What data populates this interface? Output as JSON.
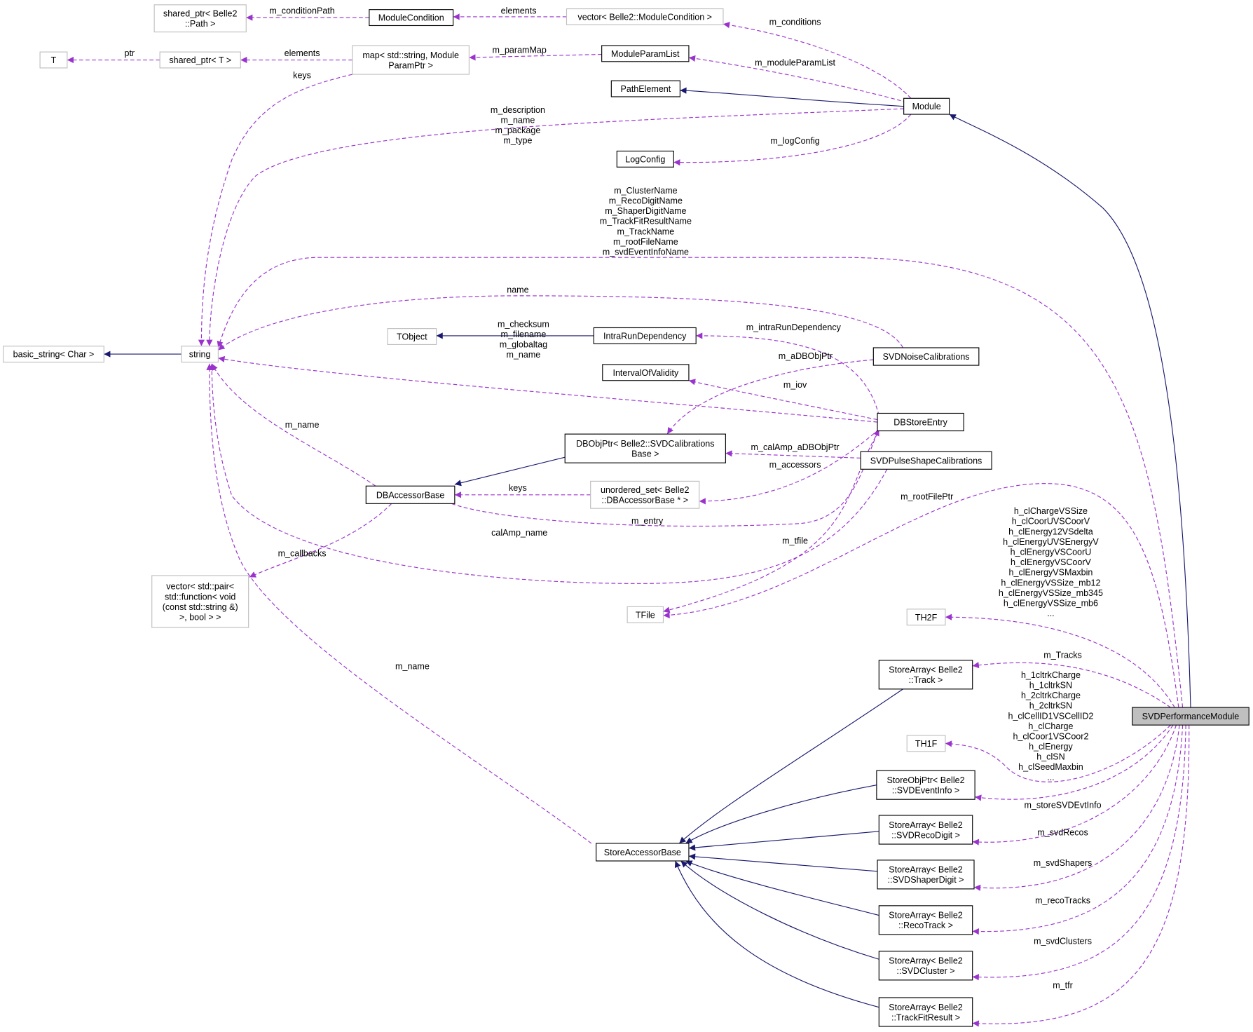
{
  "title": "SVDPerformanceModule collaboration diagram",
  "colors": {
    "dependency": "#9a32cd",
    "inheritance": "#191970",
    "focus_fill": "#bfbfbf",
    "undocumented_border": "#bfbfbf"
  },
  "nodes": [
    {
      "id": "sp_path",
      "label": [
        "shared_ptr< Belle2",
        "::Path >"
      ],
      "style": "gray"
    },
    {
      "id": "modcond",
      "label": [
        "ModuleCondition"
      ],
      "style": "black"
    },
    {
      "id": "vec_modcond",
      "label": [
        "vector< Belle2::ModuleCondition >"
      ],
      "style": "gray"
    },
    {
      "id": "T",
      "label": [
        "T"
      ],
      "style": "gray"
    },
    {
      "id": "sp_T",
      "label": [
        "shared_ptr< T >"
      ],
      "style": "gray"
    },
    {
      "id": "map",
      "label": [
        "map< std::string, Module",
        "ParamPtr >"
      ],
      "style": "gray"
    },
    {
      "id": "modparamlist",
      "label": [
        "ModuleParamList"
      ],
      "style": "black"
    },
    {
      "id": "pathelement",
      "label": [
        "PathElement"
      ],
      "style": "black"
    },
    {
      "id": "module",
      "label": [
        "Module"
      ],
      "style": "black"
    },
    {
      "id": "logconfig",
      "label": [
        "LogConfig"
      ],
      "style": "black"
    },
    {
      "id": "basic_string",
      "label": [
        "basic_string< Char >"
      ],
      "style": "gray"
    },
    {
      "id": "string",
      "label": [
        "string"
      ],
      "style": "gray"
    },
    {
      "id": "tobject",
      "label": [
        "TObject"
      ],
      "style": "gray"
    },
    {
      "id": "intrarun",
      "label": [
        "IntraRunDependency"
      ],
      "style": "black"
    },
    {
      "id": "noisecal",
      "label": [
        "SVDNoiseCalibrations"
      ],
      "style": "black"
    },
    {
      "id": "iov",
      "label": [
        "IntervalOfValidity"
      ],
      "style": "black"
    },
    {
      "id": "dbstore",
      "label": [
        "DBStoreEntry"
      ],
      "style": "black"
    },
    {
      "id": "dbobjptr",
      "label": [
        "DBObjPtr< Belle2::SVDCalibrations",
        "Base >"
      ],
      "style": "black"
    },
    {
      "id": "pulsecal",
      "label": [
        "SVDPulseShapeCalibrations"
      ],
      "style": "black"
    },
    {
      "id": "dbaccessor",
      "label": [
        "DBAccessorBase"
      ],
      "style": "black"
    },
    {
      "id": "unordered_set",
      "label": [
        "unordered_set< Belle2",
        "::DBAccessorBase * >"
      ],
      "style": "gray"
    },
    {
      "id": "vec_pair",
      "label": [
        "vector< std::pair<",
        "std::function< void",
        "(const std::string &)",
        ">, bool > >"
      ],
      "style": "gray"
    },
    {
      "id": "tfile",
      "label": [
        "TFile"
      ],
      "style": "gray"
    },
    {
      "id": "th2f",
      "label": [
        "TH2F"
      ],
      "style": "gray"
    },
    {
      "id": "sa_track",
      "label": [
        "StoreArray< Belle2",
        "::Track >"
      ],
      "style": "black"
    },
    {
      "id": "perf",
      "label": [
        "SVDPerformanceModule"
      ],
      "style": "focus"
    },
    {
      "id": "th1f",
      "label": [
        "TH1F"
      ],
      "style": "gray"
    },
    {
      "id": "so_evtinfo",
      "label": [
        "StoreObjPtr< Belle2",
        "::SVDEventInfo >"
      ],
      "style": "black"
    },
    {
      "id": "sa_recodigit",
      "label": [
        "StoreArray< Belle2",
        "::SVDRecoDigit >"
      ],
      "style": "black"
    },
    {
      "id": "storeaccessor",
      "label": [
        "StoreAccessorBase"
      ],
      "style": "black"
    },
    {
      "id": "sa_shaper",
      "label": [
        "StoreArray< Belle2",
        "::SVDShaperDigit >"
      ],
      "style": "black"
    },
    {
      "id": "sa_recotrack",
      "label": [
        "StoreArray< Belle2",
        "::RecoTrack >"
      ],
      "style": "black"
    },
    {
      "id": "sa_cluster",
      "label": [
        "StoreArray< Belle2",
        "::SVDCluster >"
      ],
      "style": "black"
    },
    {
      "id": "sa_tfr",
      "label": [
        "StoreArray< Belle2",
        "::TrackFitResult >"
      ],
      "style": "black"
    }
  ],
  "edges": [
    {
      "from": "modcond",
      "to": "sp_path",
      "kind": "usage",
      "label": [
        "m_conditionPath"
      ]
    },
    {
      "from": "vec_modcond",
      "to": "modcond",
      "kind": "usage",
      "label": [
        "elements"
      ]
    },
    {
      "from": "module",
      "to": "vec_modcond",
      "kind": "usage",
      "label": [
        "m_conditions"
      ]
    },
    {
      "from": "sp_T",
      "to": "T",
      "kind": "usage",
      "label": [
        "ptr"
      ]
    },
    {
      "from": "map",
      "to": "sp_T",
      "kind": "usage",
      "label": [
        "elements"
      ]
    },
    {
      "from": "modparamlist",
      "to": "map",
      "kind": "usage",
      "label": [
        "m_paramMap"
      ]
    },
    {
      "from": "module",
      "to": "modparamlist",
      "kind": "usage",
      "label": [
        "m_moduleParamList"
      ]
    },
    {
      "from": "module",
      "to": "pathelement",
      "kind": "inherit",
      "label": []
    },
    {
      "from": "module",
      "to": "logconfig",
      "kind": "usage",
      "label": [
        "m_logConfig"
      ]
    },
    {
      "from": "module",
      "to": "string",
      "kind": "usage",
      "label": [
        "m_description",
        "m_name",
        "m_package",
        "m_type"
      ]
    },
    {
      "from": "map",
      "to": "string",
      "kind": "usage",
      "label": [
        "keys"
      ]
    },
    {
      "from": "perf",
      "to": "string",
      "kind": "usage",
      "label": [
        "m_ClusterName",
        "m_RecoDigitName",
        "m_ShaperDigitName",
        "m_TrackFitResultName",
        "m_TrackName",
        "m_rootFileName",
        "m_svdEventInfoName"
      ]
    },
    {
      "from": "noisecal",
      "to": "string",
      "kind": "usage",
      "label": [
        "name"
      ]
    },
    {
      "from": "string",
      "to": "basic_string",
      "kind": "inherit",
      "label": []
    },
    {
      "from": "intrarun",
      "to": "tobject",
      "kind": "inherit",
      "label": []
    },
    {
      "from": "dbstore",
      "to": "intrarun",
      "kind": "usage",
      "label": [
        "m_intraRunDependency"
      ]
    },
    {
      "from": "noisecal",
      "to": "dbobjptr",
      "kind": "usage",
      "label": [
        "m_aDBObjPtr"
      ]
    },
    {
      "from": "dbstore",
      "to": "iov",
      "kind": "usage",
      "label": [
        "m_iov"
      ]
    },
    {
      "from": "dbstore",
      "to": "string",
      "kind": "usage",
      "label": [
        "m_checksum",
        "m_filename",
        "m_globaltag",
        "m_name"
      ]
    },
    {
      "from": "dbaccessor",
      "to": "string",
      "kind": "usage",
      "label": [
        "m_name"
      ]
    },
    {
      "from": "dbobjptr",
      "to": "dbaccessor",
      "kind": "inherit",
      "label": []
    },
    {
      "from": "pulsecal",
      "to": "dbobjptr",
      "kind": "usage",
      "label": [
        "m_calAmp_aDBObjPtr"
      ]
    },
    {
      "from": "unordered_set",
      "to": "dbaccessor",
      "kind": "usage",
      "label": [
        "keys"
      ]
    },
    {
      "from": "dbstore",
      "to": "unordered_set",
      "kind": "usage",
      "label": [
        "m_accessors"
      ]
    },
    {
      "from": "dbaccessor",
      "to": "dbstore",
      "kind": "usage",
      "label": [
        "m_entry"
      ]
    },
    {
      "from": "dbaccessor",
      "to": "vec_pair",
      "kind": "usage",
      "label": [
        "m_callbacks"
      ]
    },
    {
      "from": "pulsecal",
      "to": "string",
      "kind": "usage",
      "label": [
        "calAmp_name"
      ]
    },
    {
      "from": "dbstore",
      "to": "tfile",
      "kind": "usage",
      "label": [
        "m_tfile"
      ]
    },
    {
      "from": "perf",
      "to": "tfile",
      "kind": "usage",
      "label": [
        "m_rootFilePtr"
      ]
    },
    {
      "from": "perf",
      "to": "th2f",
      "kind": "usage",
      "label": [
        "h_clChargeVSSize",
        "h_clCoorUVSCoorV",
        "h_clEnergy12VSdelta",
        "h_clEnergyUVSEnergyV",
        "h_clEnergyVSCoorU",
        "h_clEnergyVSCoorV",
        "h_clEnergyVSMaxbin",
        "h_clEnergyVSSize_mb12",
        "h_clEnergyVSSize_mb345",
        "h_clEnergyVSSize_mb6",
        "..."
      ]
    },
    {
      "from": "perf",
      "to": "module",
      "kind": "inherit",
      "label": []
    },
    {
      "from": "perf",
      "to": "sa_track",
      "kind": "usage",
      "label": [
        "m_Tracks"
      ]
    },
    {
      "from": "perf",
      "to": "th1f",
      "kind": "usage",
      "label": [
        "h_1cltrkCharge",
        "h_1cltrkSN",
        "h_2cltrkCharge",
        "h_2cltrkSN",
        "h_clCellID1VSCellID2",
        "h_clCharge",
        "h_clCoor1VSCoor2",
        "h_clEnergy",
        "h_clSN",
        "h_clSeedMaxbin",
        "..."
      ]
    },
    {
      "from": "perf",
      "to": "so_evtinfo",
      "kind": "usage",
      "label": [
        "m_storeSVDEvtInfo"
      ]
    },
    {
      "from": "perf",
      "to": "sa_recodigit",
      "kind": "usage",
      "label": [
        "m_svdRecos"
      ]
    },
    {
      "from": "perf",
      "to": "sa_shaper",
      "kind": "usage",
      "label": [
        "m_svdShapers"
      ]
    },
    {
      "from": "perf",
      "to": "sa_recotrack",
      "kind": "usage",
      "label": [
        "m_recoTracks"
      ]
    },
    {
      "from": "perf",
      "to": "sa_cluster",
      "kind": "usage",
      "label": [
        "m_svdClusters"
      ]
    },
    {
      "from": "perf",
      "to": "sa_tfr",
      "kind": "usage",
      "label": [
        "m_tfr"
      ]
    },
    {
      "from": "storeaccessor",
      "to": "string",
      "kind": "usage",
      "label": [
        "m_name"
      ]
    },
    {
      "from": "sa_track",
      "to": "storeaccessor",
      "kind": "inherit",
      "label": []
    },
    {
      "from": "so_evtinfo",
      "to": "storeaccessor",
      "kind": "inherit",
      "label": []
    },
    {
      "from": "sa_recodigit",
      "to": "storeaccessor",
      "kind": "inherit",
      "label": []
    },
    {
      "from": "sa_shaper",
      "to": "storeaccessor",
      "kind": "inherit",
      "label": []
    },
    {
      "from": "sa_recotrack",
      "to": "storeaccessor",
      "kind": "inherit",
      "label": []
    },
    {
      "from": "sa_cluster",
      "to": "storeaccessor",
      "kind": "inherit",
      "label": []
    },
    {
      "from": "sa_tfr",
      "to": "storeaccessor",
      "kind": "inherit",
      "label": []
    }
  ]
}
